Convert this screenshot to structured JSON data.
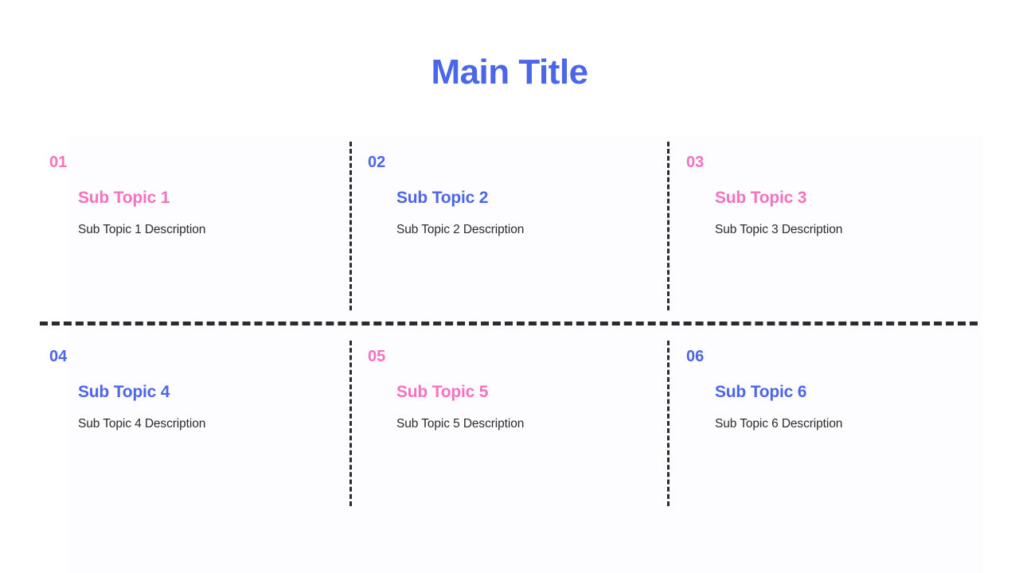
{
  "slide": {
    "title": "Main Title",
    "background_color": "#ffffff",
    "accent_blue": "#4c66e8",
    "accent_pink": "#f472c0",
    "body_text_color": "#2b2b2b",
    "divider_color": "#2b2b2b"
  },
  "cells": [
    {
      "number": "01",
      "title": "Sub Topic 1",
      "description": "Sub Topic 1 Description",
      "accent": "pink"
    },
    {
      "number": "02",
      "title": "Sub Topic 2",
      "description": "Sub Topic 2 Description",
      "accent": "blue"
    },
    {
      "number": "03",
      "title": "Sub Topic 3",
      "description": "Sub Topic 3 Description",
      "accent": "pink"
    },
    {
      "number": "04",
      "title": "Sub Topic 4",
      "description": "Sub Topic 4 Description",
      "accent": "blue"
    },
    {
      "number": "05",
      "title": "Sub Topic 5",
      "description": "Sub Topic 5 Description",
      "accent": "pink"
    },
    {
      "number": "06",
      "title": "Sub Topic 6",
      "description": "Sub Topic 6 Description",
      "accent": "blue"
    }
  ]
}
